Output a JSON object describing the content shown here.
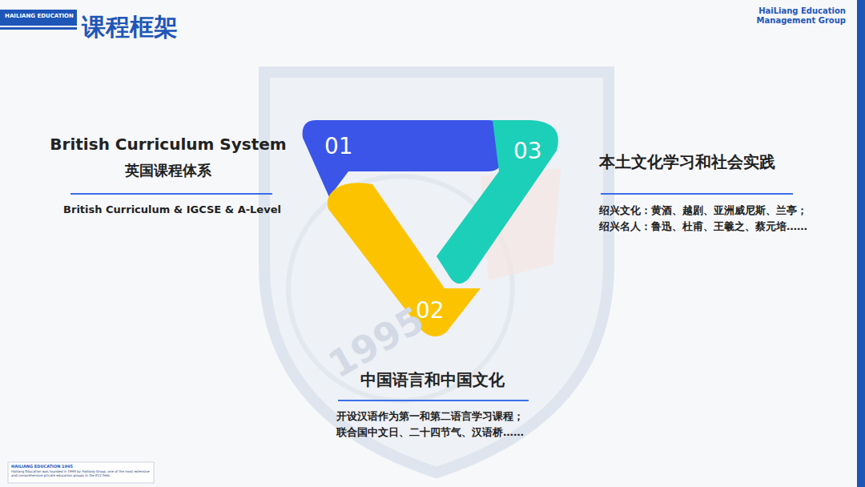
{
  "diagram": {
    "title": "课程框架",
    "nodes": [
      {
        "text": [
          "01"
        ]
      },
      {
        "text": [
          "02"
        ]
      },
      {
        "text": [
          "03"
        ]
      }
    ],
    "labels": [
      "HAILIANG EDUCATION",
      "HaiLiang Education Management Group",
      "British Curriculum System",
      "英国课程体系",
      "British Curriculum & IGCSE & A-Level",
      "本土文化学习和社会实践",
      "绍兴文化：黄酒、越剧、亚洲威尼斯、兰亭；",
      "绍兴名人：鲁迅、杜甫、王羲之、蔡元培……",
      "中国语言和中国文化",
      "开设汉语作为第一和第二语言学习课程；",
      "联合国中文日、二十四节气、汉语桥……",
      "1995",
      "HAILIANG EDUCATION 1995",
      "Hailiang Education was founded in 1995 by Hailiang Group, one of the most extensive and comprehensive private education groups in the K12 field."
    ]
  }
}
